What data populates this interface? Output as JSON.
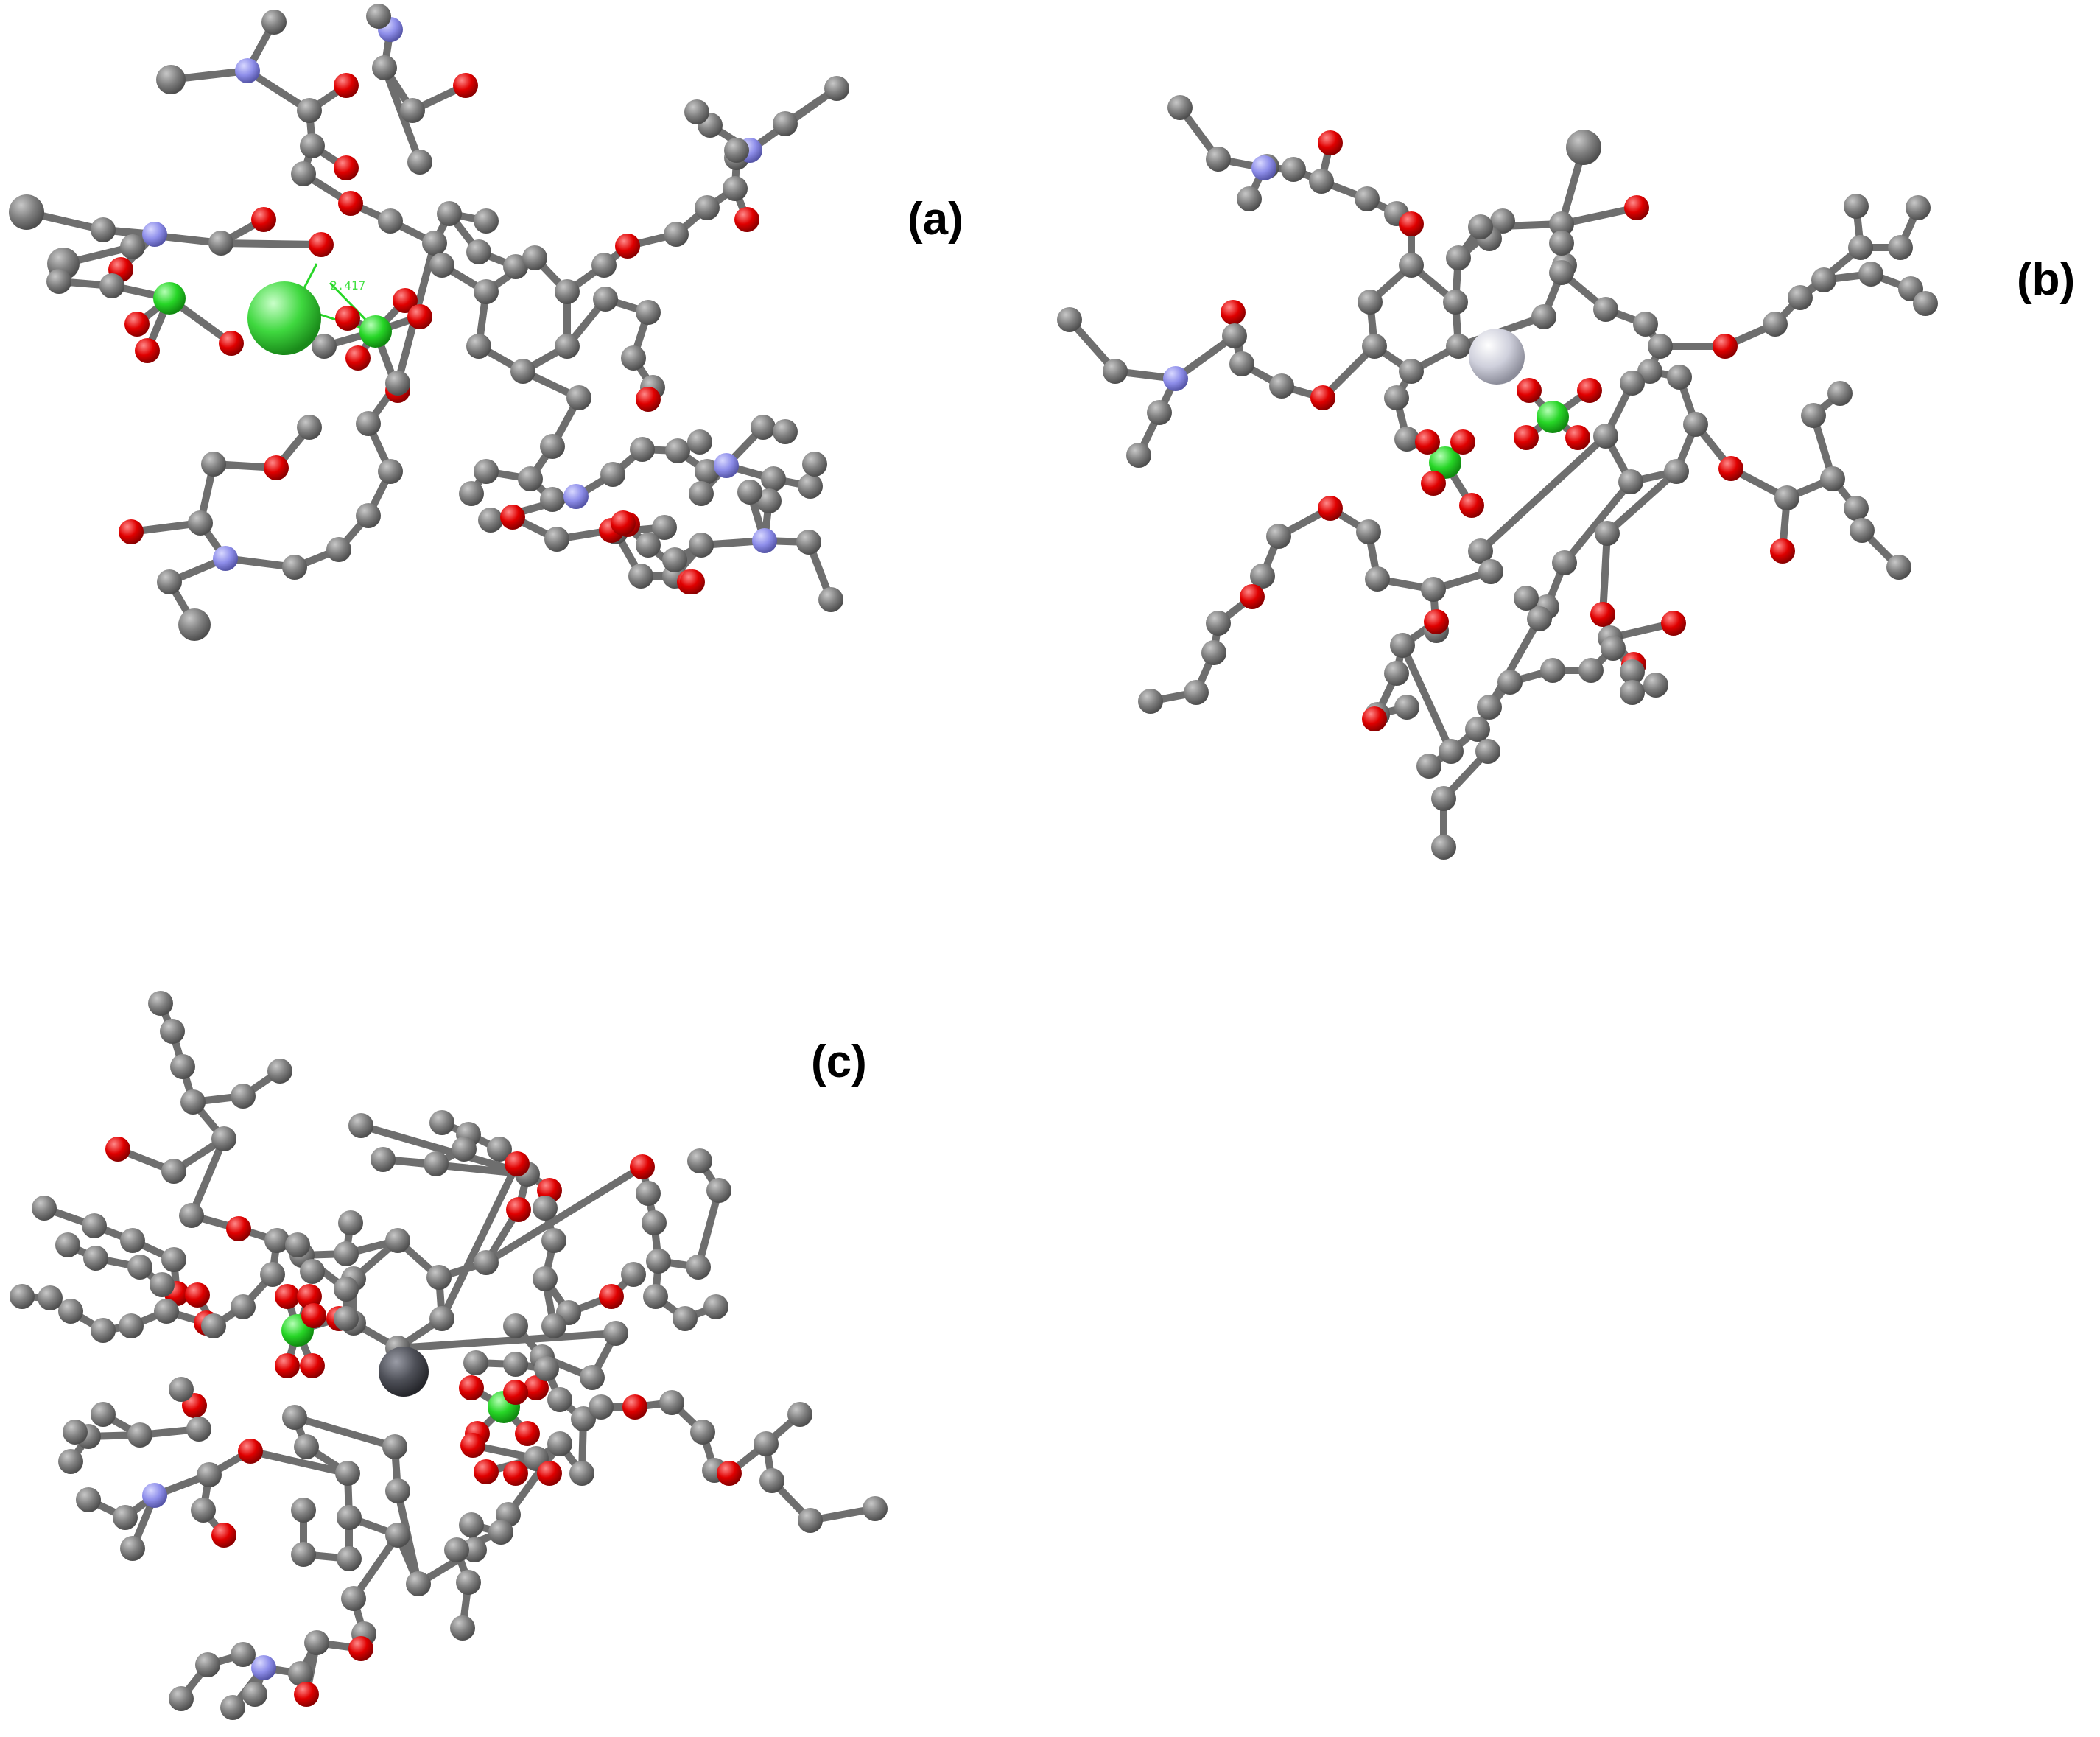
{
  "figure": {
    "panels": [
      {
        "id": "a",
        "label": "(a)",
        "distance_label": "2.417"
      },
      {
        "id": "b",
        "label": "(b)"
      },
      {
        "id": "c",
        "label": "(c)"
      }
    ]
  },
  "colors": {
    "background": "#ffffff",
    "carbon": "#7a7a7a",
    "oxygen": "#e00000",
    "nitrogen": "#8e8eea",
    "chlorine": "#27d627",
    "bond": "#6e6e6e",
    "metal_a": "#3fd83f",
    "metal_b": "#cfd0dc",
    "metal_c": "#4e5058",
    "label": "#000000"
  }
}
